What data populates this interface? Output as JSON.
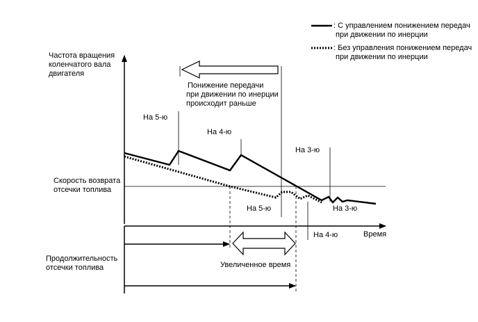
{
  "legend": {
    "solid_line_1": ": С управлением понижением передач",
    "solid_line_2": "при движении по инерции",
    "dotted_line_1": ": Без управления понижением передач",
    "dotted_line_2": "при движении по инерции"
  },
  "y_axis_label": [
    "Частота вращения",
    "коленчатого вала",
    "двигателя"
  ],
  "fuel_cut_speed_label": [
    "Скорость возврата",
    "отсечки топлива"
  ],
  "fuel_cut_duration_label": [
    "Продолжительность",
    "отсечки топлива"
  ],
  "x_axis_label": "Время",
  "early_downshift_note": [
    "Понижение передачи",
    "при движении по инерции",
    "происходит раньше"
  ],
  "gear_labels": {
    "solid_5th": "На 5-ю",
    "solid_4th": "На 4-ю",
    "solid_3rd": "На 3-ю",
    "dotted_5th": "На 5-ю",
    "dotted_4th": "На 4-ю",
    "dotted_3rd": "На 3-ю"
  },
  "increased_time_label": "Увеличенное время",
  "colors": {
    "ink": "#000000",
    "background": "#ffffff"
  }
}
